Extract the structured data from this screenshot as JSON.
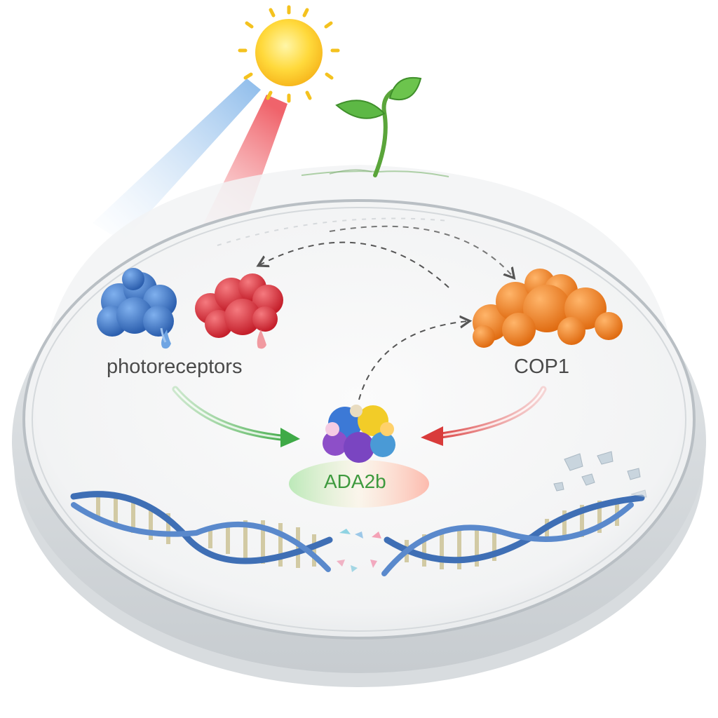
{
  "labels": {
    "photoreceptors": "photoreceptors",
    "cop1": "COP1",
    "ada2b": "ADA2b"
  },
  "colors": {
    "blue_photoreceptor": "#3b78c9",
    "red_photoreceptor": "#d9343c",
    "cop1": "#f08a2c",
    "activation_arrow": "#5cb85c",
    "inhibition_arrow": "#e05555",
    "dna_backbone": "#3f6fb5",
    "sun": "#ffd23a"
  },
  "icons": [
    "sun-icon",
    "seedling-icon",
    "dna-helix-icon",
    "protein-complex-icon"
  ]
}
